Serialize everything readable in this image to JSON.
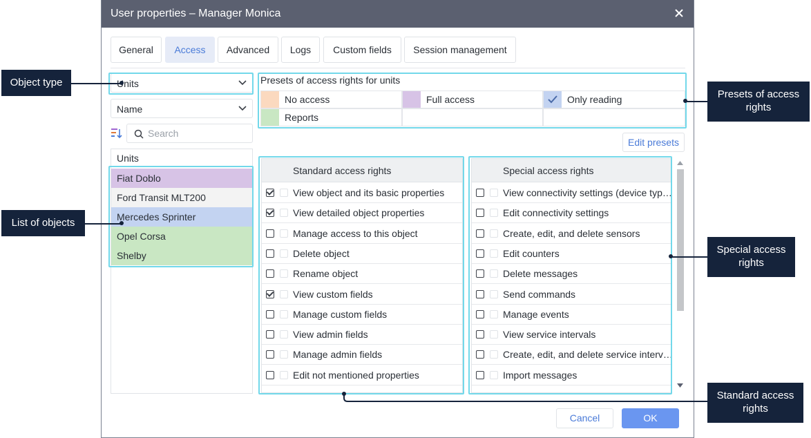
{
  "window": {
    "title": "User properties – Manager Monica"
  },
  "tabs": [
    {
      "label": "General"
    },
    {
      "label": "Access"
    },
    {
      "label": "Advanced"
    },
    {
      "label": "Logs"
    },
    {
      "label": "Custom fields"
    },
    {
      "label": "Session management"
    }
  ],
  "active_tab": "Access",
  "object_type_select": {
    "value": "Units"
  },
  "sort_select": {
    "value": "Name"
  },
  "search": {
    "placeholder": "Search"
  },
  "objects": {
    "header": "Units",
    "items": [
      {
        "name": "Fiat Doblo",
        "color": "#d7c3e6"
      },
      {
        "name": "Ford Transit MLT200",
        "color": "#f3f3f3"
      },
      {
        "name": "Mercedes Sprinter",
        "color": "#c3d3f1"
      },
      {
        "name": "Opel Corsa",
        "color": "#c9e7c3"
      },
      {
        "name": "Shelby",
        "color": "#c9e7c3"
      }
    ]
  },
  "presets": {
    "title": "Presets of access rights for units",
    "items": [
      {
        "label": "No access",
        "color": "#fbd9bf"
      },
      {
        "label": "Full access",
        "color": "#d7c3e6"
      },
      {
        "label": "Only reading",
        "color": "#c3d3f1"
      },
      {
        "label": "Reports",
        "color": "#c9e7c3"
      }
    ],
    "edit_button": "Edit presets"
  },
  "standard_rights": {
    "header": "Standard access rights",
    "items": [
      {
        "label": "View object and its basic properties",
        "checked": true
      },
      {
        "label": "View detailed object properties",
        "checked": true
      },
      {
        "label": "Manage access to this object",
        "checked": false
      },
      {
        "label": "Delete object",
        "checked": false
      },
      {
        "label": "Rename object",
        "checked": false
      },
      {
        "label": "View custom fields",
        "checked": true
      },
      {
        "label": "Manage custom fields",
        "checked": false
      },
      {
        "label": "View admin fields",
        "checked": false
      },
      {
        "label": "Manage admin fields",
        "checked": false
      },
      {
        "label": "Edit not mentioned properties",
        "checked": false
      }
    ]
  },
  "special_rights": {
    "header": "Special access rights",
    "items": [
      {
        "label": "View connectivity settings (device typ…",
        "checked": false
      },
      {
        "label": "Edit connectivity settings",
        "checked": false
      },
      {
        "label": "Create, edit, and delete sensors",
        "checked": false
      },
      {
        "label": "Edit counters",
        "checked": false
      },
      {
        "label": "Delete messages",
        "checked": false
      },
      {
        "label": "Send commands",
        "checked": false
      },
      {
        "label": "Manage events",
        "checked": false
      },
      {
        "label": "View service intervals",
        "checked": false
      },
      {
        "label": "Create, edit, and delete service interv…",
        "checked": false
      },
      {
        "label": "Import messages",
        "checked": false
      }
    ]
  },
  "footer": {
    "cancel": "Cancel",
    "ok": "OK"
  },
  "callouts": {
    "object_type": "Object type",
    "list_of_objects": "List of objects",
    "presets": "Presets of access rights",
    "special": "Special access rights",
    "standard": "Standard access rights"
  }
}
